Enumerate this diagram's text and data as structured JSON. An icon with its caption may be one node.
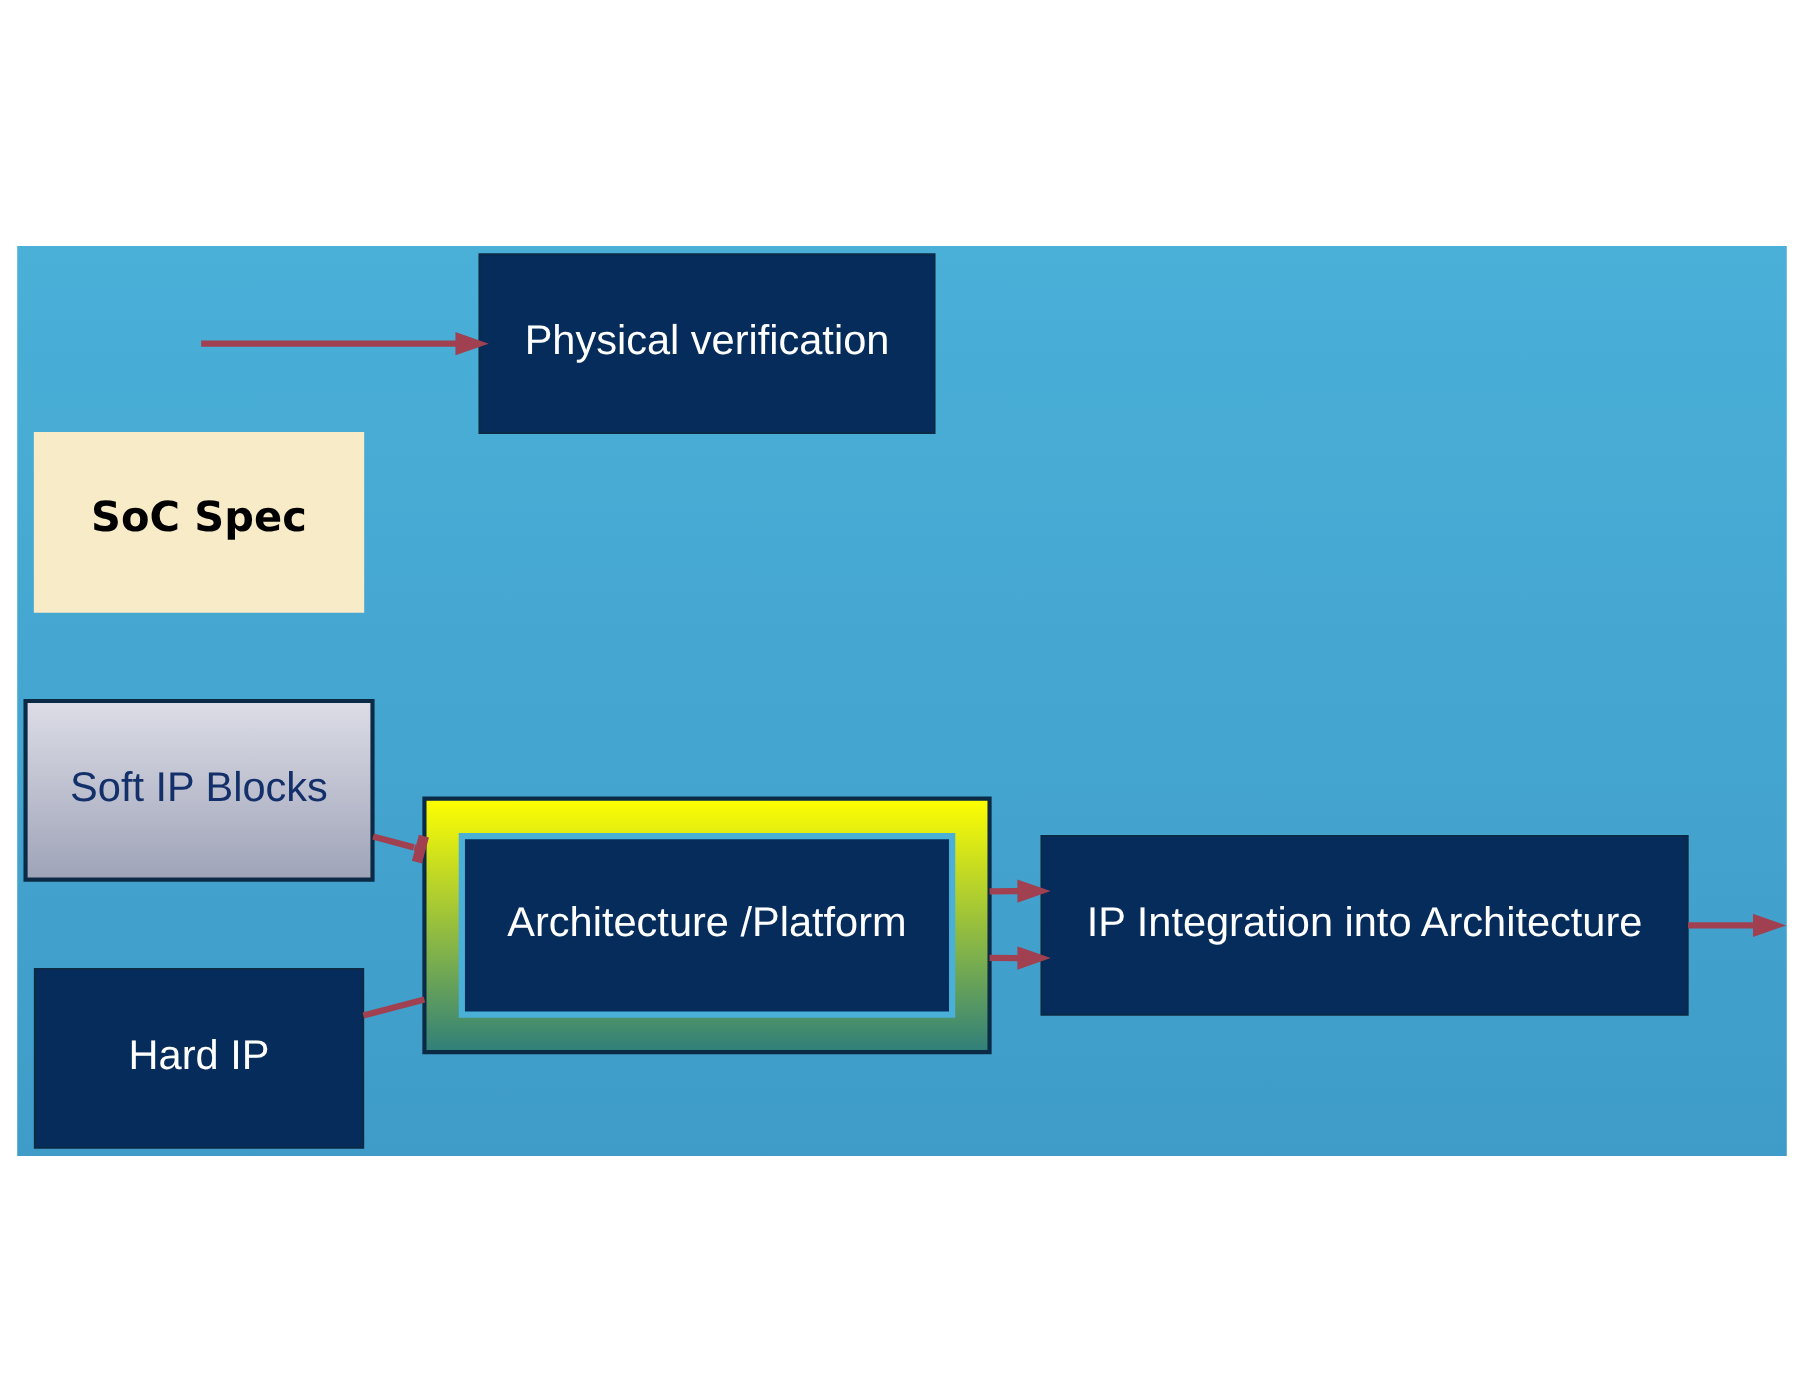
{
  "diagram": {
    "nodes": [
      {
        "text": [
          "Soft IP Blocks"
        ]
      },
      {
        "text": [
          "SoC Spec"
        ]
      },
      {
        "text": [],
        "shape": "box"
      },
      {
        "text": [
          "Architecture /Platform"
        ],
        "in": 2
      },
      {
        "text": [
          "IP Integration into Architecture"
        ]
      },
      {
        "text": [
          "Hard IP"
        ]
      },
      {
        "text": [
          "Physical verification"
        ]
      }
    ],
    "edges": [
      {
        "from": 0,
        "to": 2,
        "arrow": "other"
      },
      {
        "from": 2,
        "to": 4,
        "arrow": "to"
      },
      {
        "from": 2,
        "to": 4,
        "arrow": "to"
      },
      {
        "from": 5,
        "to": 2,
        "arrow": "none"
      },
      {
        "from": 4,
        "to": null,
        "arrow": "to"
      },
      {
        "from": null,
        "to": 6,
        "arrow": "to"
      }
    ]
  }
}
